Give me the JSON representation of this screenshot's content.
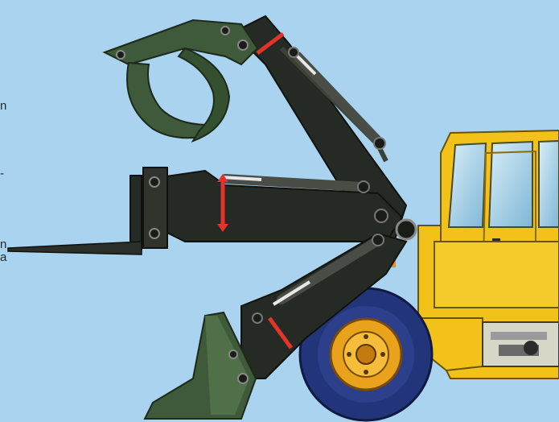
{
  "figure": {
    "left_edge_text": [
      "n",
      "-",
      "n",
      "a"
    ],
    "colors": {
      "background": "#a9d3ee",
      "arm_dark": "#262a24",
      "attachment_green": "#3f5a3a",
      "machine_yellow": "#f2c21b",
      "tire_blue": "#23357a",
      "hub_orange": "#e8a21c",
      "indicator_red": "#e3342a"
    }
  }
}
